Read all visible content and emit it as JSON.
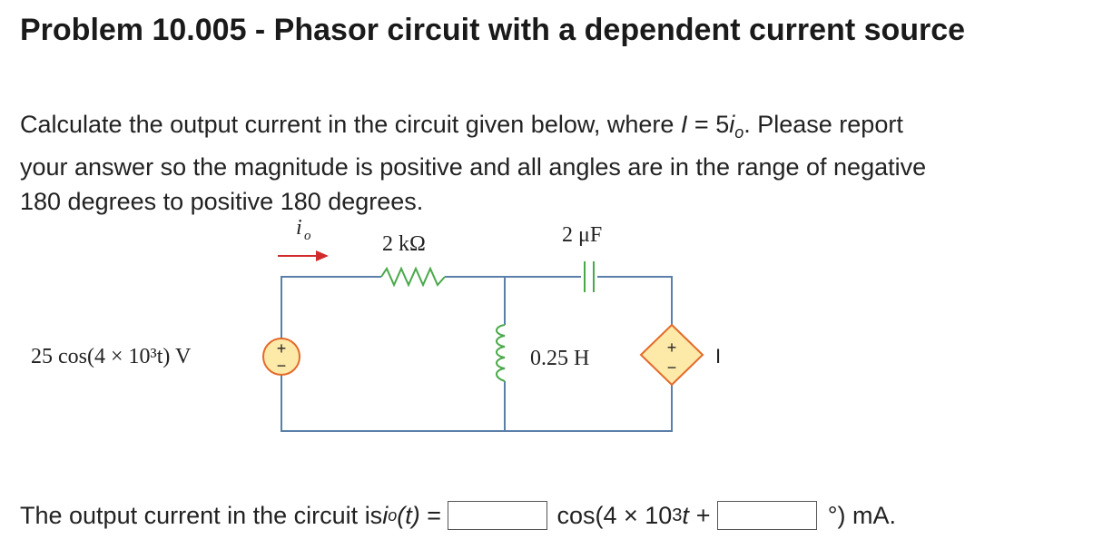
{
  "problem": {
    "title": "Problem 10.005 - Phasor circuit with a dependent current source",
    "line1_pre": "Calculate the output current in the circuit given below, where ",
    "line1_var": "I",
    "line1_eq": " = 5",
    "line1_io": "i",
    "line1_io_sub": "o",
    "line1_post": ". Please report",
    "line2": "your answer so the magnitude is positive and all angles are in the range of negative",
    "line3": "180 degrees to positive 180 degrees."
  },
  "circuit": {
    "current_label": "i",
    "current_label_sub": "o",
    "resistor_label": "2 kΩ",
    "capacitor_label": "2 μF",
    "inductor_label": "0.25 H",
    "source_label": "25 cos(4 × 10³t) V",
    "dep_source_label": "I",
    "plus_sign": "+",
    "minus_sign": "−"
  },
  "answer": {
    "pre": "The output current in the circuit is ",
    "io": "i",
    "io_sub": "o",
    "arg": "(t)",
    "equals": " = ",
    "mid": "cos(4 × 10",
    "exp": "3",
    "t_plus": "t + ",
    "post": "°) mA.",
    "magnitude_value": "",
    "angle_value": ""
  },
  "colors": {
    "wire": "#5b7fa8",
    "arrow": "#d12b2b",
    "source_fill": "#fde9a8",
    "source_stroke": "#e36a2a"
  }
}
